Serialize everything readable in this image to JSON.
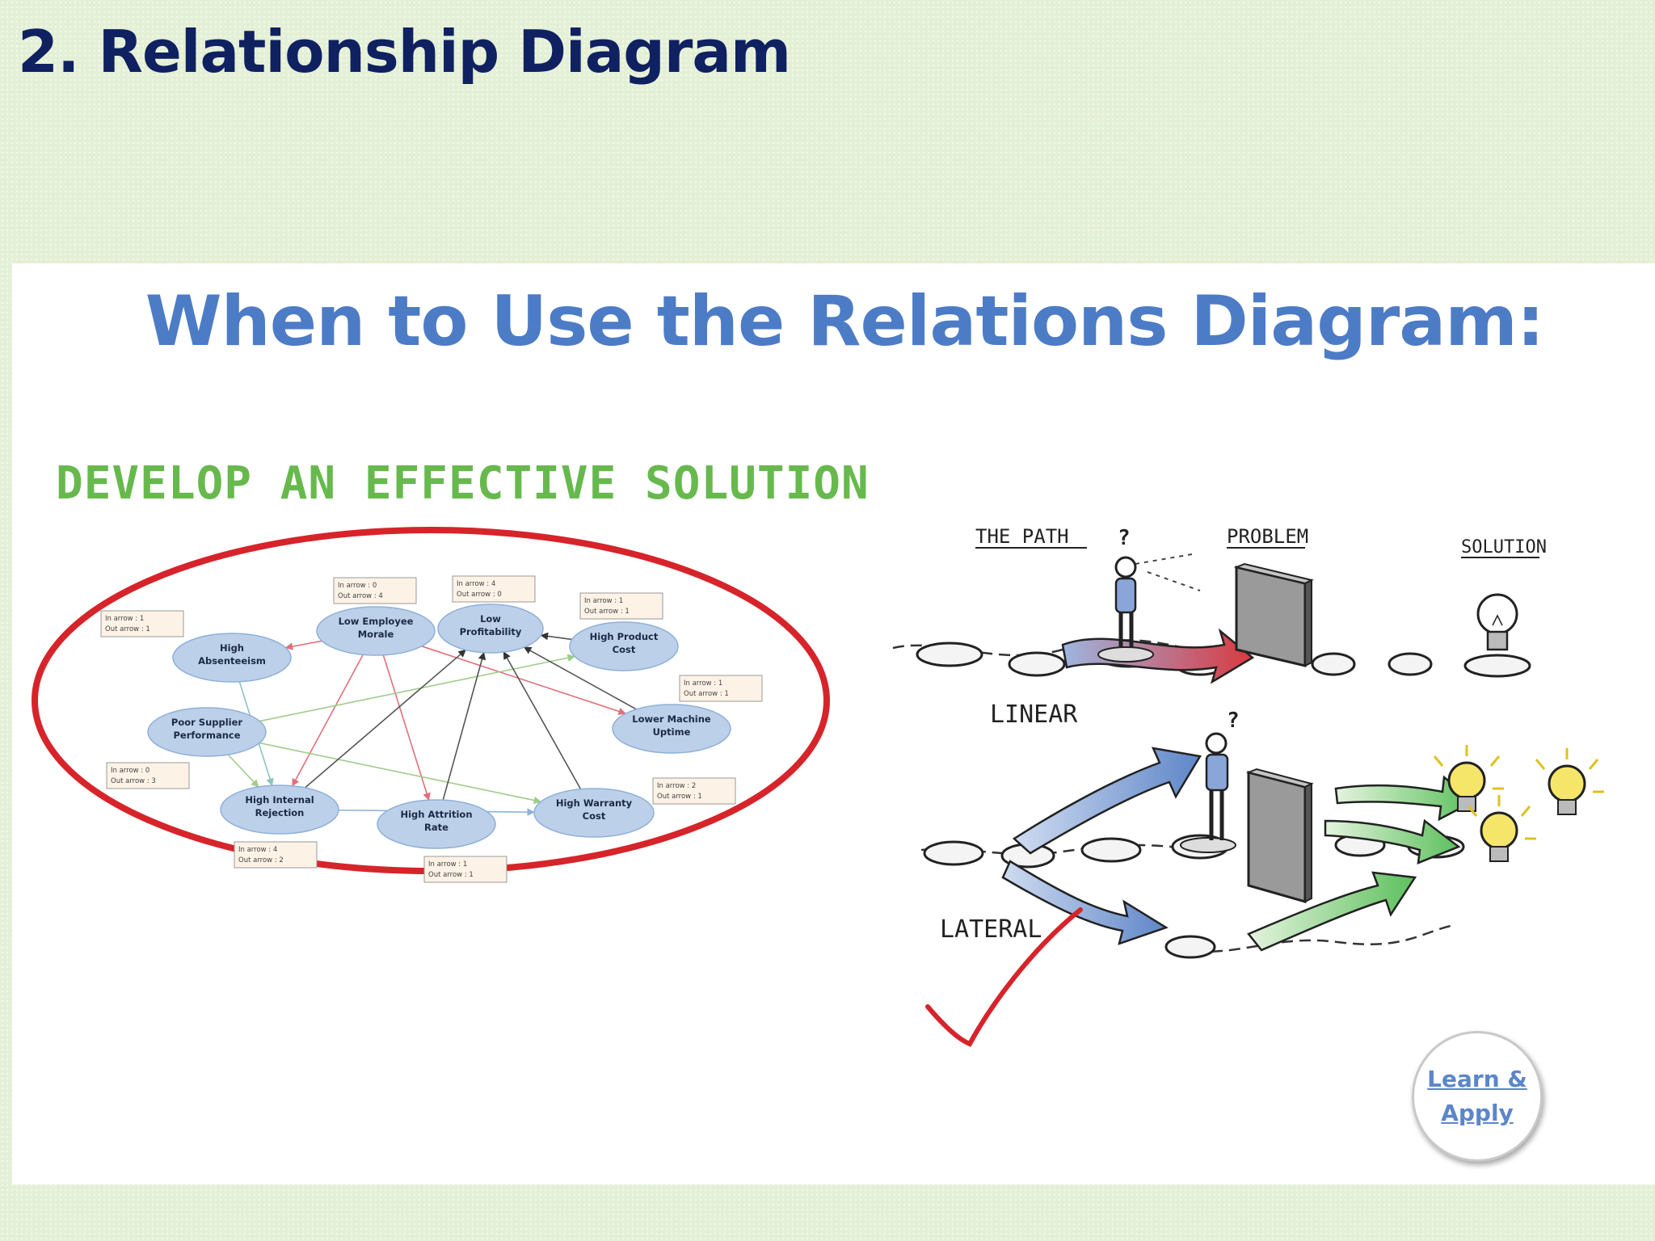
{
  "slide": {
    "title": "2. Relationship Diagram"
  },
  "panel": {
    "heading": "When to Use the Relations Diagram:",
    "subheading": "DEVELOP AN EFFECTIVE SOLUTION"
  },
  "relations_diagram": {
    "nodes": [
      {
        "id": "absenteeism",
        "lines": [
          "High",
          "Absenteeism"
        ],
        "in_text": "In arrow   : 1",
        "out_text": "Out arrow : 1"
      },
      {
        "id": "morale",
        "lines": [
          "Low Employee",
          "Morale"
        ],
        "in_text": "In arrow   : 0",
        "out_text": "Out arrow : 4"
      },
      {
        "id": "profitability",
        "lines": [
          "Low",
          "Profitability"
        ],
        "in_text": "In arrow   : 4",
        "out_text": "Out arrow : 0"
      },
      {
        "id": "product_cost",
        "lines": [
          "High Product",
          "Cost"
        ],
        "in_text": "In arrow   : 1",
        "out_text": "Out arrow : 1"
      },
      {
        "id": "machine_uptime",
        "lines": [
          "Lower Machine",
          "Uptime"
        ],
        "in_text": "In arrow   : 1",
        "out_text": "Out arrow : 1"
      },
      {
        "id": "supplier",
        "lines": [
          "Poor Supplier",
          "Performance"
        ],
        "in_text": "In arrow   : 0",
        "out_text": "Out arrow : 3"
      },
      {
        "id": "rejection",
        "lines": [
          "High Internal",
          "Rejection"
        ],
        "in_text": "In arrow   : 4",
        "out_text": "Out arrow : 2"
      },
      {
        "id": "attrition",
        "lines": [
          "High Attrition",
          "Rate"
        ],
        "in_text": "In arrow   : 1",
        "out_text": "Out arrow : 1"
      },
      {
        "id": "warranty",
        "lines": [
          "High Warranty",
          "Cost"
        ],
        "in_text": "In arrow   : 2",
        "out_text": "Out arrow : 1"
      }
    ],
    "edges": [
      {
        "from": "morale",
        "to": "absenteeism",
        "color": "#e0707a"
      },
      {
        "from": "morale",
        "to": "rejection",
        "color": "#e0707a"
      },
      {
        "from": "morale",
        "to": "attrition",
        "color": "#e0707a"
      },
      {
        "from": "morale",
        "to": "machine_uptime",
        "color": "#e0707a"
      },
      {
        "from": "absenteeism",
        "to": "rejection",
        "color": "#8cc3c0"
      },
      {
        "from": "supplier",
        "to": "product_cost",
        "color": "#9fcc8a"
      },
      {
        "from": "supplier",
        "to": "warranty",
        "color": "#9fcc8a"
      },
      {
        "from": "supplier",
        "to": "rejection",
        "color": "#9fcc8a"
      },
      {
        "from": "rejection",
        "to": "profitability",
        "color": "#555555"
      },
      {
        "from": "rejection",
        "to": "warranty",
        "color": "#8db2d6"
      },
      {
        "from": "product_cost",
        "to": "profitability",
        "color": "#555555"
      },
      {
        "from": "warranty",
        "to": "profitability",
        "color": "#555555"
      },
      {
        "from": "machine_uptime",
        "to": "profitability",
        "color": "#555555"
      },
      {
        "from": "attrition",
        "to": "profitability",
        "color": "#555555"
      }
    ]
  },
  "sketch": {
    "label_path": "THE PATH",
    "label_problem": "PROBLEM",
    "label_solution": "SOLUTION",
    "label_linear": "LINEAR",
    "label_lateral": "LATERAL",
    "question_mark": "?"
  },
  "learn_badge": {
    "line1": "Learn &",
    "line2": "Apply"
  },
  "colors": {
    "title": "#0f2160",
    "heading": "#4d7cc6",
    "subheading": "#67b94d",
    "highlight_red": "#d6242a"
  }
}
